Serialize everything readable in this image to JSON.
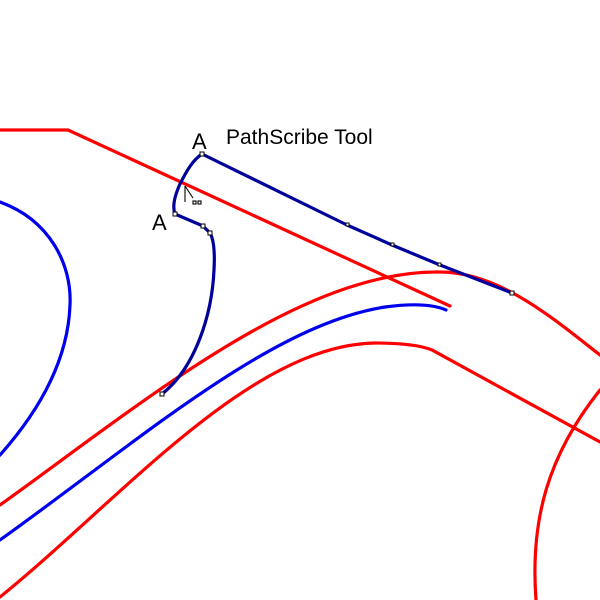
{
  "labels": {
    "anchor_top": "A",
    "anchor_left": "A",
    "tool_name": "PathScribe Tool"
  },
  "colors": {
    "background": "#ffffff",
    "guide_red": "#ff0000",
    "path_blue": "#0000ee",
    "selected_path": "#00009a",
    "anchor_fill": "#ffffff",
    "anchor_stroke": "#000000"
  },
  "icons": {
    "cursor": "pen-tool-cursor-icon"
  }
}
